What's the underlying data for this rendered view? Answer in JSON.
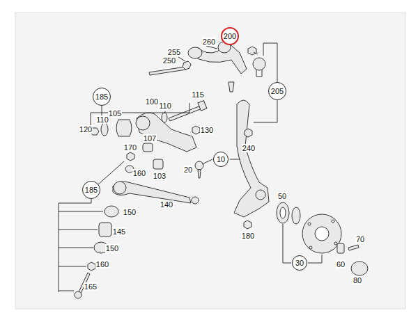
{
  "diagram": {
    "nodes": [
      {
        "text": [
          "200"
        ]
      },
      {
        "text": [
          "185"
        ]
      },
      {
        "text": [
          "205"
        ]
      },
      {
        "text": [
          "10"
        ]
      },
      {
        "text": [
          "185"
        ]
      },
      {
        "text": [
          "30"
        ]
      }
    ],
    "labels": [
      "255",
      "260",
      "250",
      "115",
      "100",
      "110",
      "105",
      "120",
      "110",
      "130",
      "107",
      "170",
      "160",
      "103",
      "20",
      "240",
      "50",
      "140",
      "150",
      "145",
      "150",
      "160",
      "165",
      "180",
      "70",
      "60",
      "80"
    ]
  }
}
